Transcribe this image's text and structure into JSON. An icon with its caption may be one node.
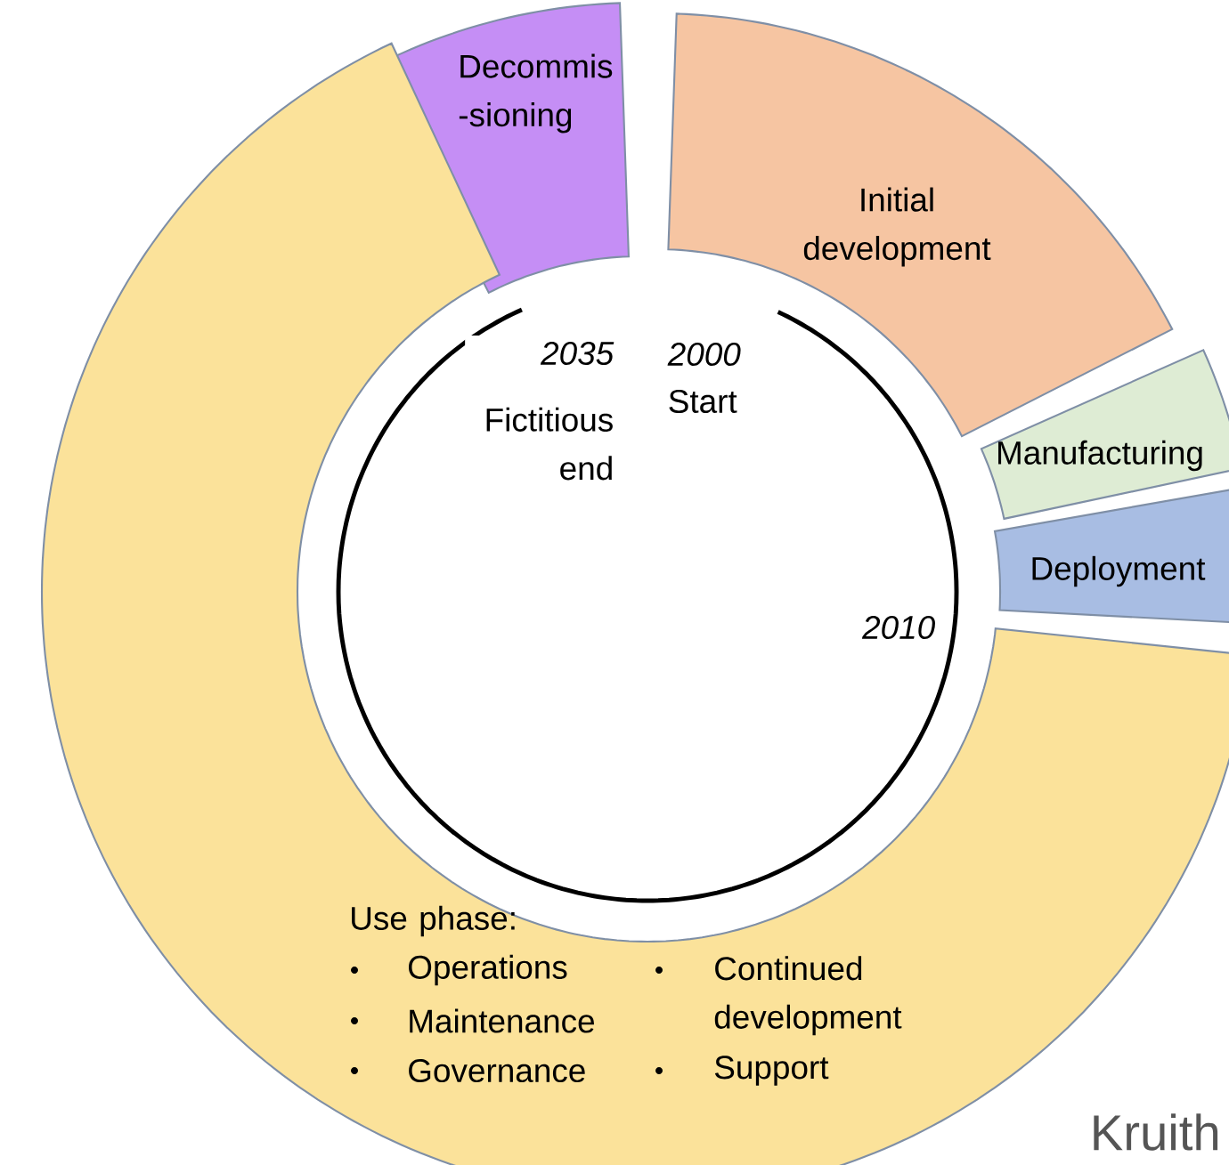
{
  "diagram": {
    "nodes": [
      {
        "text": [
          "Decommis -sioning"
        ]
      },
      {
        "text": [
          "Initial development"
        ]
      },
      {
        "text": [
          "Manufacturing"
        ]
      },
      {
        "text": [
          "Deployment"
        ]
      },
      {
        "text": [
          "Use phase:",
          "Operations",
          "Maintenance",
          "Governance",
          "Continued development",
          "Support"
        ]
      }
    ],
    "labels": [
      "2035",
      "2000",
      "Fictitious end",
      "Start",
      "2010",
      "Kruith"
    ]
  }
}
